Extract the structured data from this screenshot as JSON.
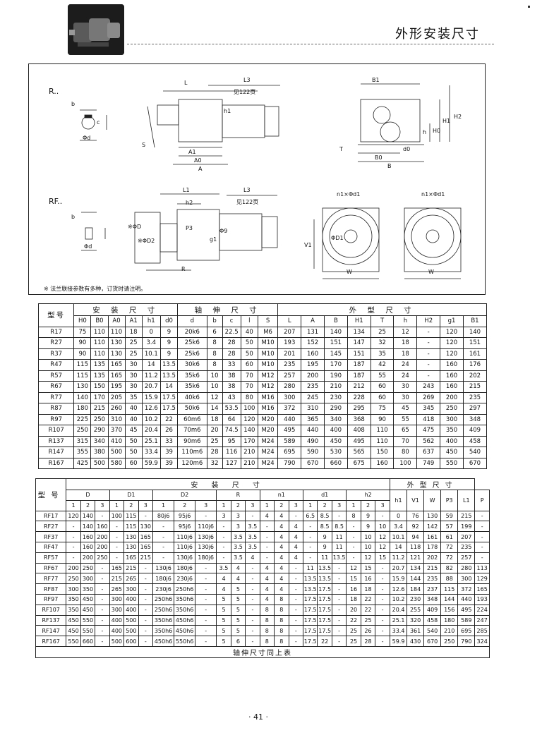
{
  "header": {
    "title": "外形安装尺寸"
  },
  "drawing": {
    "model_labels": [
      "R..",
      "RF.."
    ],
    "labels": [
      "b",
      "c",
      "Φd",
      "L",
      "L3",
      "见122页",
      "h1",
      "S",
      "A1",
      "A0",
      "A",
      "B1",
      "H2",
      "H0",
      "H1",
      "h",
      "T",
      "B0",
      "B",
      "d0",
      "h2",
      "L1",
      "L3",
      "见122页",
      "P3",
      "g1",
      "Φ9",
      "R",
      "b",
      "Φd",
      "※ΦD",
      "※ΦD2",
      "n1×Φd1",
      "n1×Φd1",
      "ΦD1",
      "V1",
      "W",
      "W"
    ],
    "footnote": "※ 法兰联接参数有多种，订货时请注明。"
  },
  "table1": {
    "groups": {
      "type": "型号",
      "install": "安 装 尺 寸",
      "shaft": "轴 伸 尺 寸",
      "outline": "外 型 尺 寸"
    },
    "columns": [
      "H0",
      "B0",
      "A0",
      "A1",
      "h1",
      "d0",
      "d",
      "b",
      "c",
      "l",
      "S",
      "L",
      "A",
      "B",
      "H1",
      "T",
      "h",
      "H2",
      "g1",
      "B1"
    ],
    "rows": [
      [
        "R17",
        "75",
        "110",
        "110",
        "18",
        "0",
        "9",
        "20k6",
        "6",
        "22.5",
        "40",
        "M6",
        "207",
        "131",
        "140",
        "134",
        "25",
        "12",
        "-",
        "120",
        "140"
      ],
      [
        "R27",
        "90",
        "110",
        "130",
        "25",
        "3.4",
        "9",
        "25k6",
        "8",
        "28",
        "50",
        "M10",
        "193",
        "152",
        "151",
        "147",
        "32",
        "18",
        "-",
        "120",
        "151"
      ],
      [
        "R37",
        "90",
        "110",
        "130",
        "25",
        "10.1",
        "9",
        "25k6",
        "8",
        "28",
        "50",
        "M10",
        "201",
        "160",
        "145",
        "151",
        "35",
        "18",
        "-",
        "120",
        "161"
      ],
      [
        "R47",
        "115",
        "135",
        "165",
        "30",
        "14",
        "13.5",
        "30k6",
        "8",
        "33",
        "60",
        "M10",
        "235",
        "195",
        "170",
        "187",
        "42",
        "24",
        "-",
        "160",
        "176"
      ],
      [
        "R57",
        "115",
        "135",
        "165",
        "30",
        "11.2",
        "13.5",
        "35k6",
        "10",
        "38",
        "70",
        "M12",
        "257",
        "200",
        "190",
        "187",
        "55",
        "24",
        "-",
        "160",
        "202"
      ],
      [
        "R67",
        "130",
        "150",
        "195",
        "30",
        "20.7",
        "14",
        "35k6",
        "10",
        "38",
        "70",
        "M12",
        "280",
        "235",
        "210",
        "212",
        "60",
        "30",
        "243",
        "160",
        "215"
      ],
      [
        "R77",
        "140",
        "170",
        "205",
        "35",
        "15.9",
        "17.5",
        "40k6",
        "12",
        "43",
        "80",
        "M16",
        "300",
        "245",
        "230",
        "228",
        "60",
        "30",
        "269",
        "200",
        "235"
      ],
      [
        "R87",
        "180",
        "215",
        "260",
        "40",
        "12.6",
        "17.5",
        "50k6",
        "14",
        "53.5",
        "100",
        "M16",
        "372",
        "310",
        "290",
        "295",
        "75",
        "45",
        "345",
        "250",
        "297"
      ],
      [
        "R97",
        "225",
        "250",
        "310",
        "40",
        "10.2",
        "22",
        "60m6",
        "18",
        "64",
        "120",
        "M20",
        "440",
        "365",
        "340",
        "368",
        "90",
        "55",
        "418",
        "300",
        "348"
      ],
      [
        "R107",
        "250",
        "290",
        "370",
        "45",
        "20.4",
        "26",
        "70m6",
        "20",
        "74.5",
        "140",
        "M20",
        "495",
        "440",
        "400",
        "408",
        "110",
        "65",
        "475",
        "350",
        "409"
      ],
      [
        "R137",
        "315",
        "340",
        "410",
        "50",
        "25.1",
        "33",
        "90m6",
        "25",
        "95",
        "170",
        "M24",
        "589",
        "490",
        "450",
        "495",
        "110",
        "70",
        "562",
        "400",
        "458"
      ],
      [
        "R147",
        "355",
        "380",
        "500",
        "50",
        "33.4",
        "39",
        "110m6",
        "28",
        "116",
        "210",
        "M24",
        "695",
        "590",
        "530",
        "565",
        "150",
        "80",
        "637",
        "450",
        "540"
      ],
      [
        "R167",
        "425",
        "500",
        "580",
        "60",
        "59.9",
        "39",
        "120m6",
        "32",
        "127",
        "210",
        "M24",
        "790",
        "670",
        "660",
        "675",
        "160",
        "100",
        "749",
        "550",
        "670"
      ]
    ]
  },
  "table2": {
    "groups": {
      "type": "型号",
      "install": "安 装 尺 寸",
      "outline": "外型尺寸"
    },
    "subgroups": [
      "D",
      "D1",
      "D2",
      "R",
      "n1",
      "d1",
      "h2"
    ],
    "subcols": [
      "1",
      "2",
      "3"
    ],
    "singles": [
      "h1",
      "V1",
      "W",
      "P3",
      "L1",
      "P"
    ],
    "rows": [
      [
        "RF17",
        "120",
        "140",
        "-",
        "100",
        "115",
        "-",
        "80j6",
        "95j6",
        "-",
        "3",
        "3",
        "-",
        "4",
        "4",
        "-",
        "6.5",
        "8.5",
        "-",
        "8",
        "9",
        "-",
        "0",
        "76",
        "130",
        "59",
        "215",
        "-"
      ],
      [
        "RF27",
        "-",
        "140",
        "160",
        "-",
        "115",
        "130",
        "-",
        "95j6",
        "110j6",
        "-",
        "3",
        "3.5",
        "-",
        "4",
        "4",
        "-",
        "8.5",
        "8.5",
        "-",
        "9",
        "10",
        "3.4",
        "92",
        "142",
        "57",
        "199",
        "-"
      ],
      [
        "RF37",
        "-",
        "160",
        "200",
        "-",
        "130",
        "165",
        "-",
        "110j6",
        "130j6",
        "-",
        "3.5",
        "3.5",
        "-",
        "4",
        "4",
        "-",
        "9",
        "11",
        "-",
        "10",
        "12",
        "10.1",
        "94",
        "161",
        "61",
        "207",
        "-"
      ],
      [
        "RF47",
        "-",
        "160",
        "200",
        "-",
        "130",
        "165",
        "-",
        "110j6",
        "130j6",
        "-",
        "3.5",
        "3.5",
        "-",
        "4",
        "4",
        "-",
        "9",
        "11",
        "-",
        "10",
        "12",
        "14",
        "118",
        "178",
        "72",
        "235",
        "-"
      ],
      [
        "RF57",
        "-",
        "200",
        "250",
        "-",
        "165",
        "215",
        "-",
        "130j6",
        "180j6",
        "-",
        "3.5",
        "4",
        "-",
        "4",
        "4",
        "-",
        "11",
        "13.5",
        "-",
        "12",
        "15",
        "11.2",
        "121",
        "202",
        "72",
        "257",
        "-"
      ],
      [
        "RF67",
        "200",
        "250",
        "-",
        "165",
        "215",
        "-",
        "130j6",
        "180j6",
        "-",
        "3.5",
        "4",
        "-",
        "4",
        "4",
        "-",
        "11",
        "13.5",
        "-",
        "12",
        "15",
        "-",
        "20.7",
        "134",
        "215",
        "82",
        "280",
        "113"
      ],
      [
        "RF77",
        "250",
        "300",
        "-",
        "215",
        "265",
        "-",
        "180j6",
        "230j6",
        "-",
        "4",
        "4",
        "-",
        "4",
        "4",
        "-",
        "13.5",
        "13.5",
        "-",
        "15",
        "16",
        "-",
        "15.9",
        "144",
        "235",
        "88",
        "300",
        "129"
      ],
      [
        "RF87",
        "300",
        "350",
        "-",
        "265",
        "300",
        "-",
        "230j6",
        "250h6",
        "-",
        "4",
        "5",
        "-",
        "4",
        "4",
        "-",
        "13.5",
        "17.5",
        "-",
        "16",
        "18",
        "-",
        "12.6",
        "184",
        "237",
        "115",
        "372",
        "165"
      ],
      [
        "RF97",
        "350",
        "450",
        "-",
        "300",
        "400",
        "-",
        "250h6",
        "350h6",
        "-",
        "5",
        "5",
        "-",
        "4",
        "8",
        "-",
        "17.5",
        "17.5",
        "-",
        "18",
        "22",
        "-",
        "10.2",
        "230",
        "348",
        "144",
        "440",
        "193"
      ],
      [
        "RF107",
        "350",
        "450",
        "-",
        "300",
        "400",
        "-",
        "250h6",
        "350h6",
        "-",
        "5",
        "5",
        "-",
        "8",
        "8",
        "-",
        "17.5",
        "17.5",
        "-",
        "20",
        "22",
        "-",
        "20.4",
        "255",
        "409",
        "156",
        "495",
        "224"
      ],
      [
        "RF137",
        "450",
        "550",
        "-",
        "400",
        "500",
        "-",
        "350h6",
        "450h6",
        "-",
        "5",
        "5",
        "-",
        "8",
        "8",
        "-",
        "17.5",
        "17.5",
        "-",
        "22",
        "25",
        "-",
        "25.1",
        "320",
        "458",
        "180",
        "589",
        "247"
      ],
      [
        "RF147",
        "450",
        "550",
        "-",
        "400",
        "500",
        "-",
        "350h6",
        "450h6",
        "-",
        "5",
        "5",
        "-",
        "8",
        "8",
        "-",
        "17.5",
        "17.5",
        "-",
        "25",
        "26",
        "-",
        "33.4",
        "361",
        "540",
        "210",
        "695",
        "285"
      ],
      [
        "RF167",
        "550",
        "660",
        "-",
        "500",
        "600",
        "-",
        "450h6",
        "550h6",
        "-",
        "5",
        "6",
        "-",
        "8",
        "8",
        "-",
        "17.5",
        "22",
        "-",
        "25",
        "28",
        "-",
        "59.9",
        "430",
        "670",
        "250",
        "790",
        "324"
      ]
    ],
    "footer": "轴伸尺寸同上表"
  },
  "page_number": "· 41 ·"
}
